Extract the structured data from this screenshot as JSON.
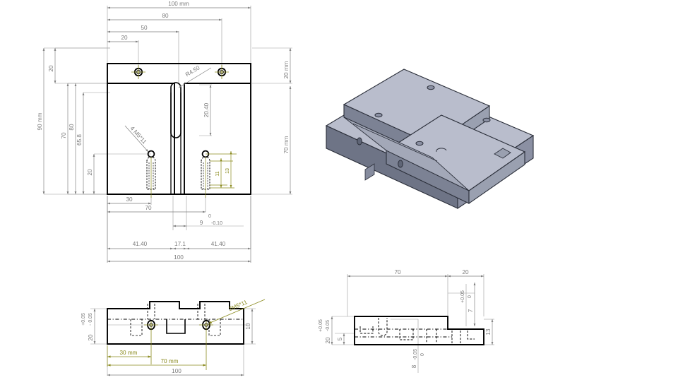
{
  "drawing": {
    "title": "Mechanical part engineering drawing",
    "units": "mm",
    "colors": {
      "background": "#ffffff",
      "outline": "#000000",
      "dimension": "#7b7b7b",
      "gold_annotation": "#8a8a1e",
      "iso_top_face": "#b9bdcc",
      "iso_side_face": "#8b90a3",
      "iso_dark_face": "#6e7486",
      "iso_edge": "#2b2f3a"
    },
    "views": {
      "front": {
        "name": "front-view",
        "dimensions": {
          "overall_width_top": "100 mm",
          "to_right_hole": "80",
          "to_slot": "50",
          "to_left_hole": "20",
          "overall_height_left": "90 mm",
          "top_band": "20",
          "height_70": "70",
          "height_80": "80",
          "height_658": "65.8",
          "bottom_hole_y": "20",
          "right_top_band": "20 mm",
          "right_height": "70 mm",
          "slot_length": "20.40",
          "slot_radius": "R4.50",
          "thread_callout": "4 M5*11",
          "counterbore_11": "11",
          "counterbore_13": "13",
          "hole_x_30": "30",
          "hole_x_70": "70",
          "slot_width_value": "9",
          "slot_width_tol_upper": "0",
          "slot_width_tol_lower": "-0.10",
          "chain_left": "41.40",
          "chain_mid": "17.1",
          "chain_right": "41.40",
          "overall_width_bottom": "100"
        }
      },
      "iso": {
        "name": "isometric-view",
        "label": ""
      },
      "bottom_front": {
        "name": "front-elevation-view",
        "dimensions": {
          "height_20": "20",
          "height_20_tol_upper": "+0.05",
          "height_20_tol_lower": "- 0.05",
          "step_10": "10",
          "thread_callout": "2M5*11",
          "x_30": "30 mm",
          "x_70": "70 mm",
          "overall_100": "100"
        }
      },
      "bottom_side": {
        "name": "side-elevation-view",
        "dimensions": {
          "len_70": "70",
          "len_20": "20",
          "depth_7": "7",
          "depth_7_tol_upper": "+0.05",
          "depth_7_tol_lower": "0",
          "height_20": "20",
          "height_20_tol_upper": "+0.05",
          "height_20_tol_lower": "-0.05",
          "height_5": "5",
          "width_8": "8",
          "width_8_tol_upper": "0",
          "width_8_tol_lower": "-0.05",
          "height_13": "13"
        }
      }
    }
  }
}
